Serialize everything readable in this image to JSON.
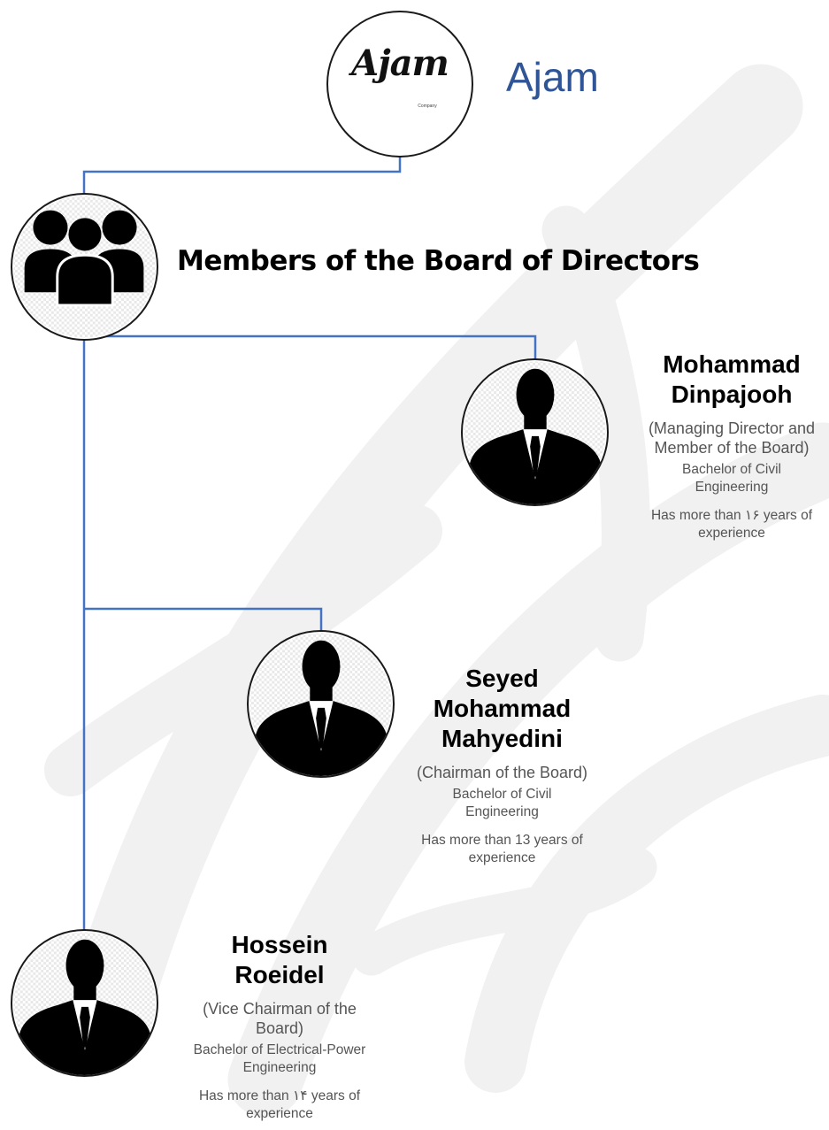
{
  "company": {
    "logo_text": "Ajam",
    "logo_subtext": "Company",
    "name": "Ajam"
  },
  "section": {
    "title": "Members of the Board of Directors",
    "icon": "group-people-icon"
  },
  "members": [
    {
      "name": "Mohammad Dinpajooh",
      "role": "(Managing Director and Member of the Board)",
      "degree": "Bachelor of Civil Engineering",
      "experience": "Has more than ۱۶ years of experience",
      "icon": "businessman-avatar-icon"
    },
    {
      "name": "Seyed Mohammad Mahyedini",
      "role": "(Chairman of the Board)",
      "degree": "Bachelor of Civil Engineering",
      "experience": "Has more than 13 years of experience",
      "icon": "businessman-avatar-icon"
    },
    {
      "name": "Hossein Roeidel",
      "role": "(Vice Chairman of the Board)",
      "degree": "Bachelor of Electrical-Power Engineering",
      "experience": "Has more than ۱۴ years of experience",
      "icon": "businessman-avatar-icon"
    }
  ],
  "colors": {
    "connector": "#4472c4",
    "brand": "#2f5597",
    "watermark": "#f2f2f2"
  }
}
